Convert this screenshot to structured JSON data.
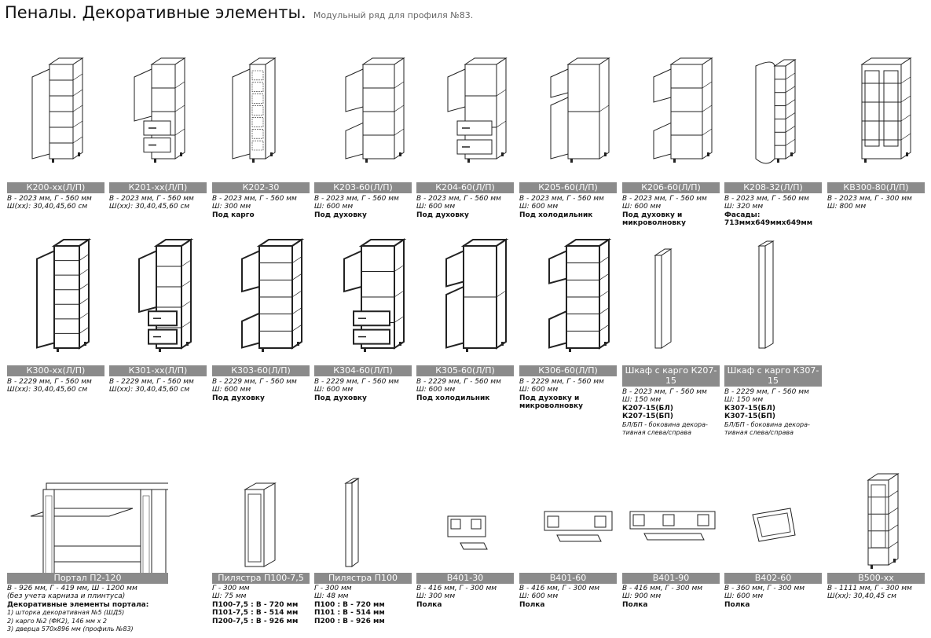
{
  "header": {
    "title": "Пеналы. Декоративные элементы.",
    "subtitle": "Модульный ряд для профиля №83."
  },
  "rows": [
    {
      "items": [
        {
          "label": "К200-хх(Л/П)",
          "specs": [
            "В - 2023 мм, Г - 560 мм",
            "Ш(хх): 30,40,45,60 см"
          ],
          "notes": []
        },
        {
          "label": "К201-хх(Л/П)",
          "specs": [
            "В - 2023 мм, Г - 560 мм",
            "Ш(хх): 30,40,45,60 см"
          ],
          "notes": []
        },
        {
          "label": "К202-30",
          "specs": [
            "В - 2023 мм, Г - 560 мм",
            "Ш: 300 мм"
          ],
          "notes": [
            "Под карго"
          ]
        },
        {
          "label": "К203-60(Л/П)",
          "specs": [
            "В - 2023 мм, Г - 560 мм",
            "Ш: 600 мм"
          ],
          "notes": [
            "Под духовку"
          ]
        },
        {
          "label": "К204-60(Л/П)",
          "specs": [
            "В - 2023 мм, Г - 560 мм",
            "Ш: 600 мм"
          ],
          "notes": [
            "Под духовку"
          ]
        },
        {
          "label": "К205-60(Л/П)",
          "specs": [
            "В - 2023 мм, Г - 560 мм",
            "Ш: 600 мм"
          ],
          "notes": [
            "Под холодильник"
          ]
        },
        {
          "label": "К206-60(Л/П)",
          "specs": [
            "В - 2023 мм, Г - 560 мм",
            "Ш: 600 мм"
          ],
          "notes": [
            "Под духовку и",
            "микроволновку"
          ]
        },
        {
          "label": "К208-32(Л/П)",
          "specs": [
            "В - 2023 мм, Г - 560 мм",
            "Ш: 320 мм"
          ],
          "notes": [
            "Фасады:",
            "713ммх649ммх649мм"
          ]
        },
        {
          "label": "КВ300-80(Л/П)",
          "specs": [
            "В - 2023 мм, Г - 300 мм",
            "Ш: 800 мм"
          ],
          "notes": []
        }
      ]
    },
    {
      "items": [
        {
          "label": "К300-хх(Л/П)",
          "specs": [
            "В - 2229 мм, Г - 560 мм",
            "Ш(хх): 30,40,45,60 см"
          ],
          "notes": []
        },
        {
          "label": "К301-хх(Л/П)",
          "specs": [
            "В - 2229 мм, Г - 560 мм",
            "Ш(хх): 30,40,45,60 см"
          ],
          "notes": []
        },
        {
          "label": "К303-60(Л/П)",
          "specs": [
            "В - 2229 мм, Г - 560 мм",
            "Ш: 600 мм"
          ],
          "notes": [
            "Под духовку"
          ]
        },
        {
          "label": "К304-60(Л/П)",
          "specs": [
            "В - 2229 мм, Г - 560 мм",
            "Ш: 600 мм"
          ],
          "notes": [
            "Под духовку"
          ]
        },
        {
          "label": "К305-60(Л/П)",
          "specs": [
            "В - 2229 мм, Г - 560 мм",
            "Ш: 600 мм"
          ],
          "notes": [
            "Под холодильник"
          ]
        },
        {
          "label": "К306-60(Л/П)",
          "specs": [
            "В - 2229 мм, Г - 560 мм",
            "Ш: 600 мм"
          ],
          "notes": [
            "Под духовку и",
            "микроволновку"
          ]
        },
        {
          "label": "Шкаф с карго К207-15",
          "specs": [
            "В - 2023 мм, Г - 560 мм",
            "Ш: 150 мм"
          ],
          "notes": [
            "К207-15(БЛ)",
            "К207-15(БП)"
          ],
          "small": [
            "БЛ/БП - боковина декора-",
            "тивная слева/справа"
          ]
        },
        {
          "label": "Шкаф с карго К307-15",
          "specs": [
            "В - 2229 мм, Г - 560 мм",
            "Ш: 150 мм"
          ],
          "notes": [
            "К307-15(БЛ)",
            "К307-15(БП)"
          ],
          "small": [
            "БЛ/БП - боковина декора-",
            "тивная слева/справа"
          ]
        }
      ]
    },
    {
      "portal": {
        "label": "Портал П2-120",
        "specs": [
          "В - 926 мм, Г - 419 мм, Ш - 1200 мм",
          "(без учета карниза и плинтуса)"
        ],
        "notes": [
          "Декоративные элементы портала:"
        ],
        "small": [
          "1) шторка декоративная №5 (ШД5)",
          "2) карго №2 (ФК2), 146 мм х 2",
          "3) дверца 570х896 мм (профиль №83)"
        ]
      },
      "items": [
        {
          "label": "Пилястра П100-7,5",
          "specs": [
            "Г - 300 мм",
            "Ш: 75 мм"
          ],
          "notes": [
            "П100-7,5 : В - 720 мм",
            "П101-7,5 : В - 514 мм",
            "П200-7,5 : В - 926 мм"
          ]
        },
        {
          "label": "Пилястра П100",
          "specs": [
            "Г - 300 мм",
            "Ш: 48 мм"
          ],
          "notes": [
            "П100 : В - 720 мм",
            "П101 : В - 514 мм",
            "П200 : В - 926 мм"
          ]
        },
        {
          "label": "В401-30",
          "specs": [
            "В - 416 мм, Г - 300 мм",
            "Ш: 300 мм"
          ],
          "notes": [
            "Полка"
          ]
        },
        {
          "label": "В401-60",
          "specs": [
            "В - 416 мм, Г - 300 мм",
            "Ш: 600 мм"
          ],
          "notes": [
            "Полка"
          ]
        },
        {
          "label": "В401-90",
          "specs": [
            "В - 416 мм, Г - 300 мм",
            "Ш: 900 мм"
          ],
          "notes": [
            "Полка"
          ]
        },
        {
          "label": "В402-60",
          "specs": [
            "В - 360 мм, Г - 300 мм",
            "Ш: 600 мм"
          ],
          "notes": [
            "Полка"
          ]
        },
        {
          "label": "В500-хх",
          "specs": [
            "В - 1111 мм, Г - 300 мм",
            "Ш(хх): 30,40,45 см"
          ],
          "notes": []
        }
      ]
    }
  ]
}
